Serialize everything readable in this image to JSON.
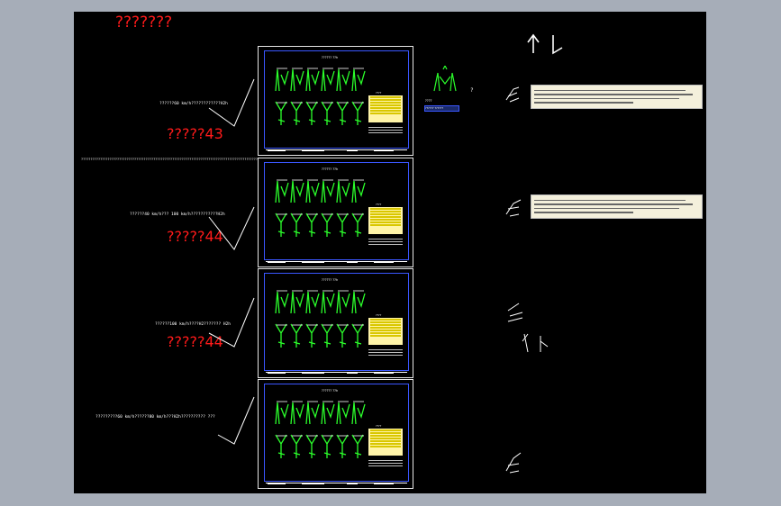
{
  "top_title": "???????",
  "sheets": [
    {
      "label": "?????43",
      "note": "??????60 km/h????????????H2h",
      "sheet_title": "?????? ??h",
      "table_head": "????"
    },
    {
      "label": "?????44",
      "note": "??????40 km/h??? 100 km/h???????????H2h",
      "sheet_title": "?????? ??h",
      "table_head": "????"
    },
    {
      "label": "?????44",
      "note": "??????100 km/h????H2??????? H2h",
      "sheet_title": "?????? ??h",
      "table_head": "????"
    },
    {
      "label": "",
      "note": "?????????60 km/h??????80 km/h???H2h?????????? ???",
      "sheet_title": "?????? ??h",
      "table_head": "????"
    }
  ],
  "long_note": "?????????????????????????????????????????????????????????????????????????????????????????????",
  "side_caption": "????",
  "side_caption2": "?????? ??????",
  "side_mark": "?",
  "colors": {
    "canvas": "#000000",
    "frame": "#3a56ff",
    "green": "#2bff2b",
    "red": "#ff1a1a",
    "table": "#fff4a8"
  }
}
